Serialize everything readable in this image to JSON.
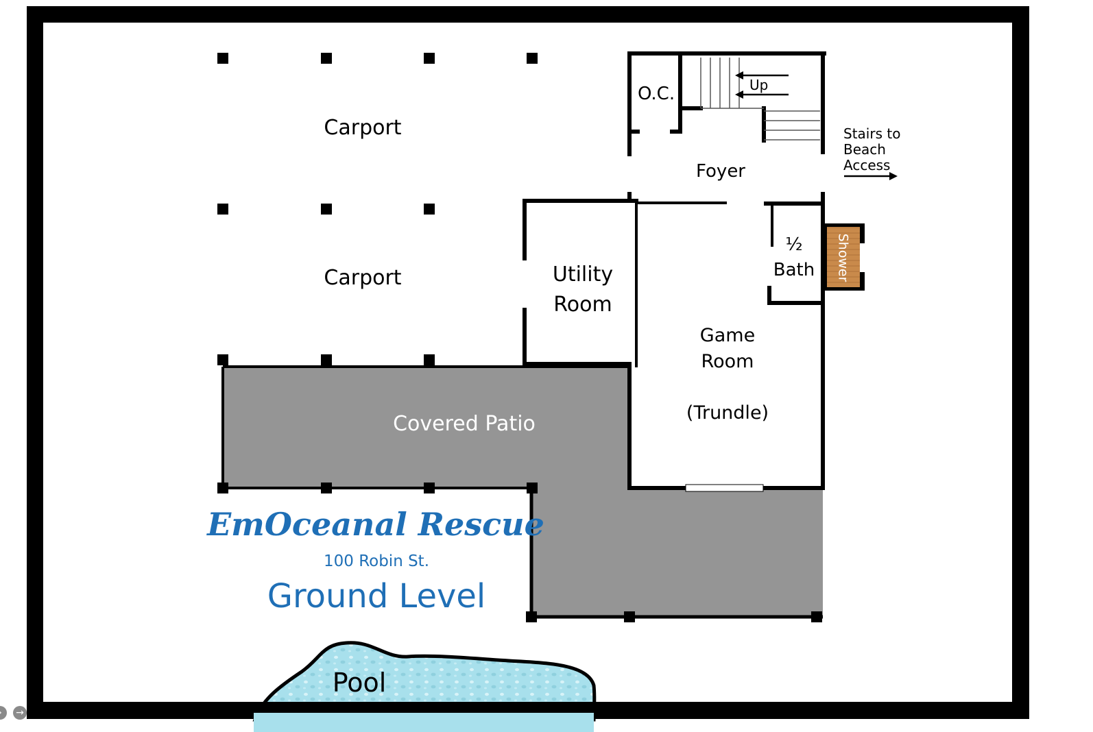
{
  "rooms": {
    "carport_top": "Carport",
    "carport_bottom": "Carport",
    "oc": "O.C.",
    "up": "Up",
    "stairs_line1": "Stairs to",
    "stairs_line2": "Beach",
    "stairs_line3": "Access",
    "foyer": "Foyer",
    "utility_line1": "Utility",
    "utility_line2": "Room",
    "half_line1": "½",
    "half_line2": "Bath",
    "shower": "Shower",
    "game_line1": "Game",
    "game_line2": "Room",
    "game_line3": "(Trundle)",
    "patio": "Covered Patio",
    "pool": "Pool"
  },
  "title": {
    "name": "EmOceanal Rescue",
    "address": "100 Robin St.",
    "level": "Ground Level"
  },
  "colors": {
    "wall": "#000000",
    "patio": "#959595",
    "pool": "#a8e0ec",
    "shower": "#c98a4b",
    "brand": "#1f6fb6"
  }
}
